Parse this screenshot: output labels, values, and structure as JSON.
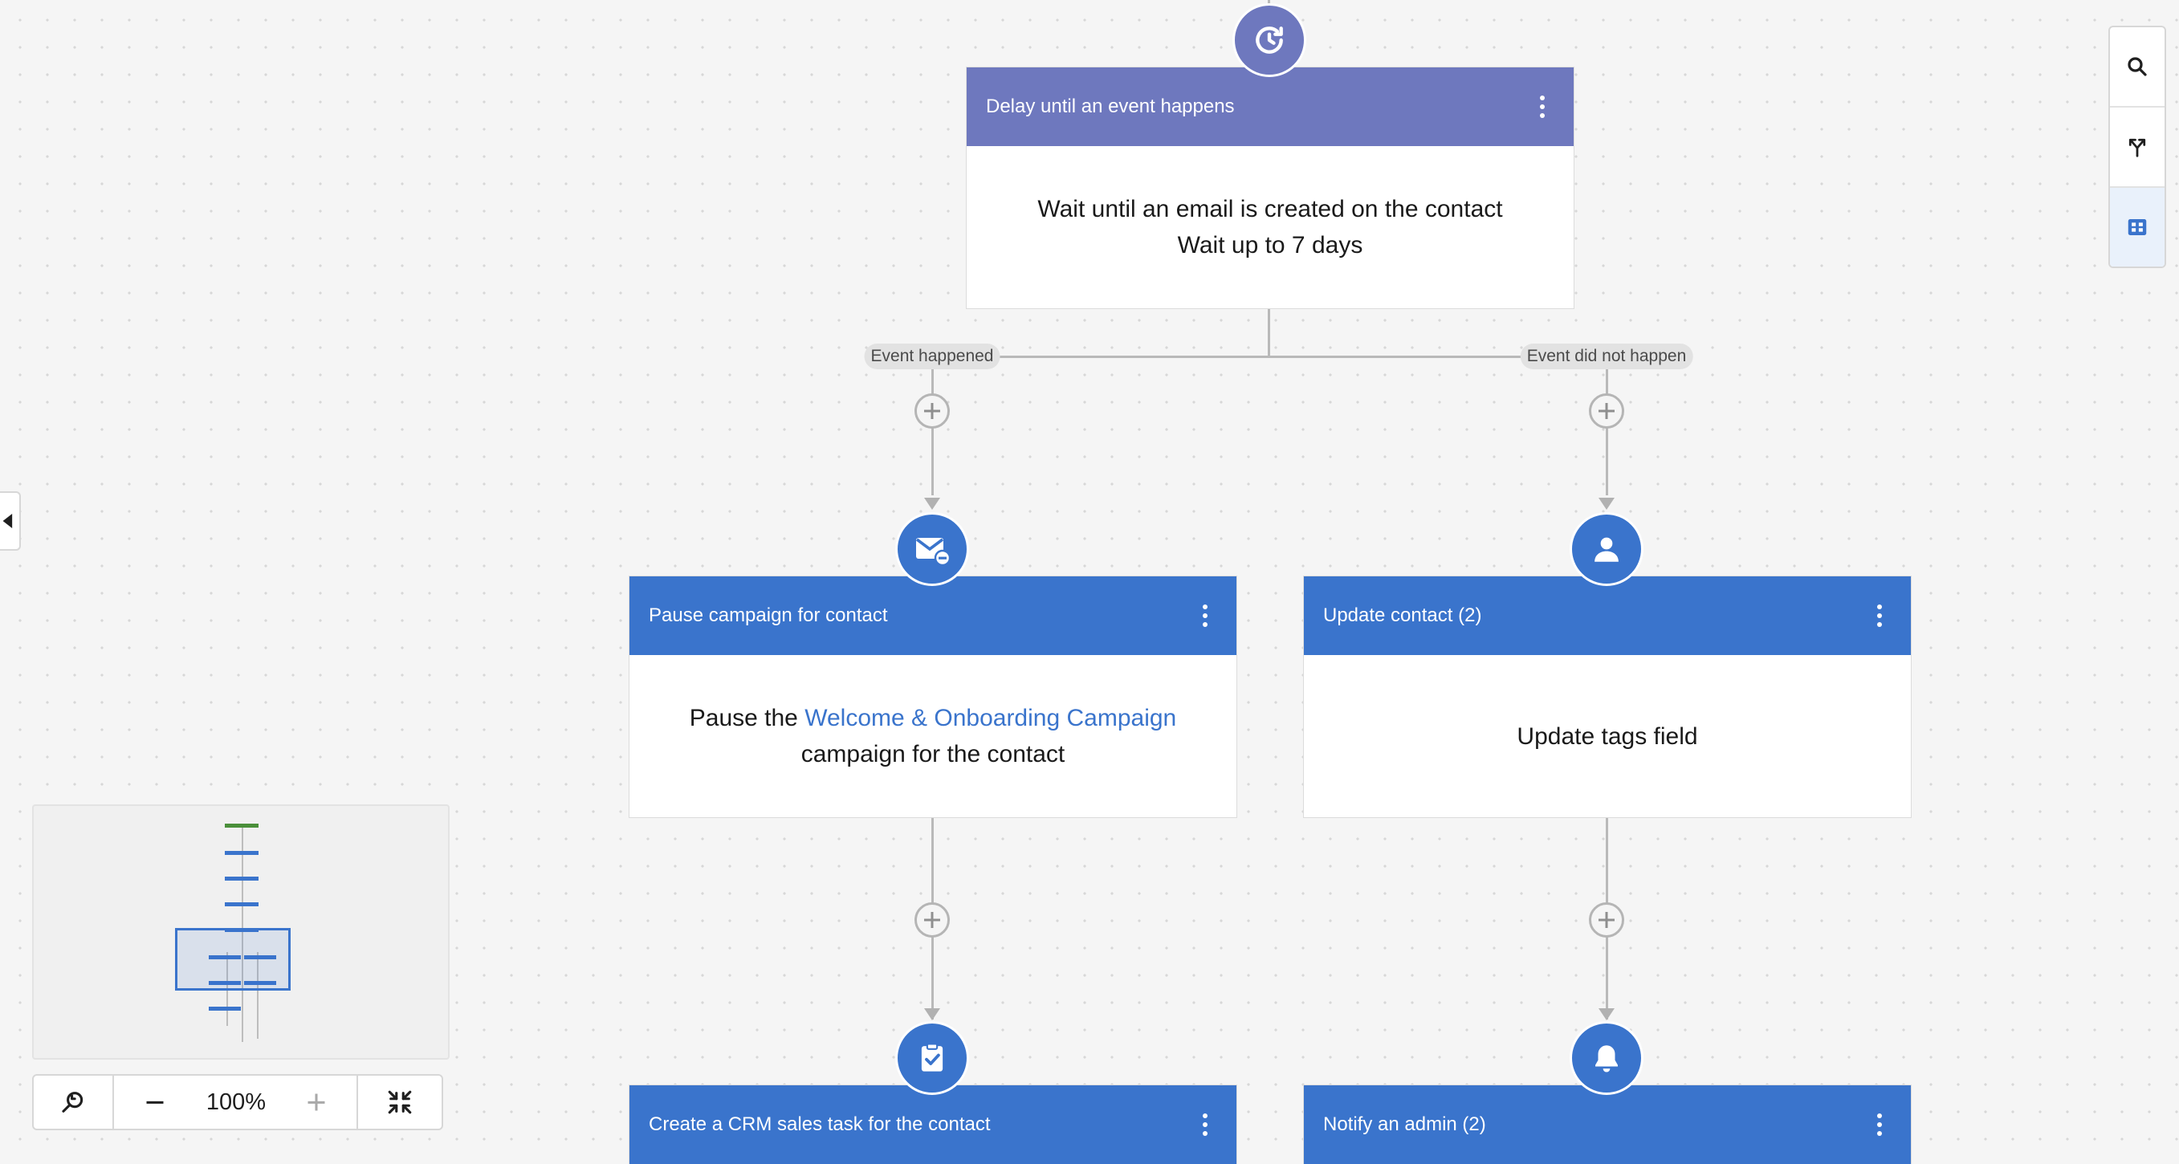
{
  "colors": {
    "action_blue": "#3a74cc",
    "delay_purple": "#6e78be",
    "connector_gray": "#b9b9b9",
    "minimap_trigger_green": "#4a8f3a"
  },
  "nodes": {
    "delay": {
      "icon": "clock-rotate-icon",
      "title": "Delay until an event happens",
      "line1": "Wait until an email is created on the contact",
      "line2": "Wait up to 7 days"
    },
    "pause_campaign": {
      "icon": "email-pause-icon",
      "title": "Pause campaign for contact",
      "prefix": "Pause the ",
      "link": "Welcome & Onboarding Campaign",
      "suffix": "campaign for the contact"
    },
    "update_contact": {
      "icon": "person-icon",
      "title": "Update contact (2)",
      "body": "Update tags field"
    },
    "crm_task": {
      "icon": "clipboard-check-icon",
      "title": "Create a CRM sales task for the contact"
    },
    "notify_admin": {
      "icon": "bell-icon",
      "title": "Notify an admin (2)"
    }
  },
  "branches": {
    "yes": "Event happened",
    "no": "Event did not happen"
  },
  "toolbar": {
    "search": "search-icon",
    "branch": "branch-icon",
    "grid": "grid-icon"
  },
  "zoom": {
    "level": "100%"
  }
}
